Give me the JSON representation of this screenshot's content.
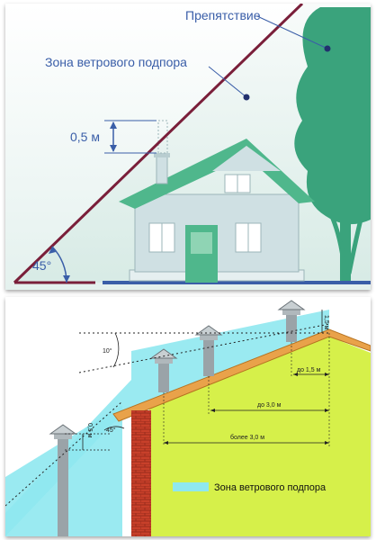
{
  "top": {
    "obstacle_label": "Препятствие",
    "wind_zone_label": "Зона ветрового подпора",
    "height_label": "0,5 м",
    "angle_label": "45°"
  },
  "bottom": {
    "angle_10": "10°",
    "height_05": "0,5 м",
    "height_15": "1,5 м",
    "angle_45": "45°",
    "dist_upto_15": "до 1,5 м",
    "dist_upto_30": "до 3,0 м",
    "dist_over_30": "более 3,0 м",
    "legend_label": "Зона ветрового подпора"
  },
  "colors": {
    "line": "#7a1f3a",
    "house_wall": "#cfe0e3",
    "roof": "#4fb78c",
    "door": "#4fb78c",
    "tree": "#3aa37c",
    "label_blue": "#3a5ea8",
    "wall_green": "#d6f04a",
    "roof_orange": "#e9a24a",
    "brick": "#c8402a",
    "zone_cyan": "#8fe8ef"
  }
}
